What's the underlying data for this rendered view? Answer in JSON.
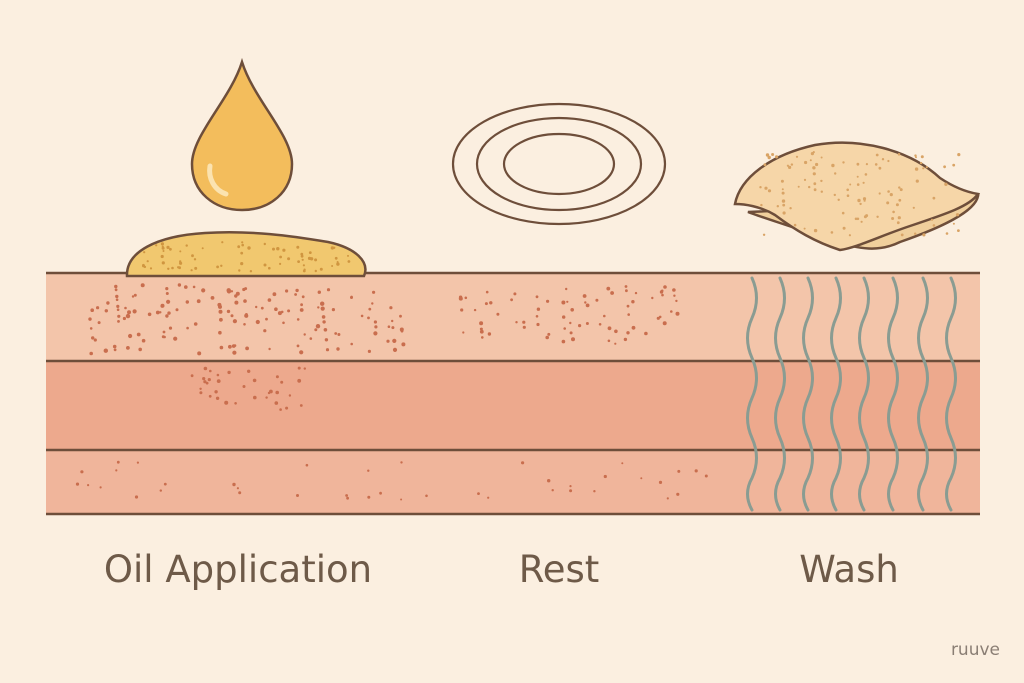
{
  "steps": [
    {
      "id": "oil",
      "label": "Oil Application",
      "icon": "oil-drop-icon"
    },
    {
      "id": "rest",
      "label": "Rest",
      "icon": "concentric-rings-icon"
    },
    {
      "id": "wash",
      "label": "Wash",
      "icon": "sponge-cloth-icon"
    }
  ],
  "watermark": "ruuve",
  "colors": {
    "background": "#fbefe0",
    "outline": "#6e4e3a",
    "oil": "#f3bd5c",
    "oil_blob": "#f1c86f",
    "skin_top": "#f3c5aa",
    "skin_middle": "#eda98d",
    "skin_bottom": "#f0b59b",
    "dots": "#c96e4e",
    "water": "#8a9c92",
    "cloth": "#f6d6a8",
    "label": "#6e5a48"
  }
}
